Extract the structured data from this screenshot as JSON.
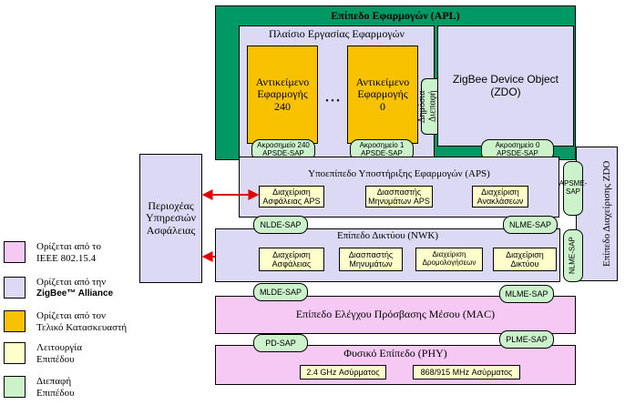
{
  "apl": {
    "title": "Επίπεδο Εφαρμογών (APL)",
    "framework_title": "Πλαίσιο Εργασίας Εφαρμογών",
    "obj240": "Αντικείμενο\nΕφαρμογής\n240",
    "obj0": "Αντικείμενο\nΕφαρμογής\n0",
    "dots": "• • •",
    "zdo_public_iface": "Δημόσια\nΔιεπαφή\nZDO",
    "zdo": "ZigBee Device Object\n(ZDO)",
    "ep240": "Ακροσημείο 240\nAPSDE-SAP",
    "ep1": "Ακροσημείο 1\nAPSDE-SAP",
    "ep0": "Ακροσημείο 0\nAPSDE-SAP"
  },
  "zdo_mgmt": "Επίπεδο Διαχείρισης ZDO",
  "aps": {
    "title": "Υποεπίπεδο Υποστήριξης Εφαρμογών (APS)",
    "sec": "Διαχείριση\nΑσφάλειας APS",
    "msg": "Διασπαστής\nΜηνυμάτων APS",
    "refl": "Διαχείριση\nΑνακλάσεων",
    "apsme": "APSME-\nSAP"
  },
  "security": "Περιοχέας\nΥπηρεσιών\nΑσφάλειας",
  "nwk": {
    "nlde": "NLDE-SAP",
    "nlme": "NLME-SAP",
    "title": "Επίπεδο Δικτύου (NWK)",
    "sec": "Διαχείριση\nΑσφάλειας",
    "msg": "Διασπαστής\nΜηνυμάτων",
    "route": "Διαχείριση\nΔρομολογήσεων",
    "net": "Διαχείριση\nΔικτύου",
    "nlme_v": "NLME-SAP"
  },
  "mac": {
    "mlde": "MLDE-SAP",
    "mlme": "MLME-SAP",
    "title": "Επίπεδο Ελέγχου Πρόσβασης Μέσου (MAC)"
  },
  "phy": {
    "pd": "PD-SAP",
    "plme": "PLME-SAP",
    "title": "Φυσικό Επίπεδο (PHY)",
    "r1": "2.4 GHz Ασύρματος",
    "r2": "868/915 MHz Ασύρματος"
  },
  "legend": {
    "ieee": "Ορίζεται από το\nIEEE 802.15.4",
    "zb_pre": "Ορίζεται από την",
    "zb_brand": "ZigBee™ Alliance",
    "mfr": "Ορίζεται από τον\nΤελικό Κατασκευαστή",
    "func": "Λειτουργία\nΕπιπέδου",
    "iface": "Διεπαφή\nΕπιπέδου"
  },
  "colors": {
    "apl_green": "#009966",
    "lavender": "#dcd9f5",
    "pink": "#f6c9f5",
    "yellow": "#ffffcc",
    "orange": "#f8c200",
    "sap_green": "#ccf2cc",
    "arrow": "#e00000"
  }
}
